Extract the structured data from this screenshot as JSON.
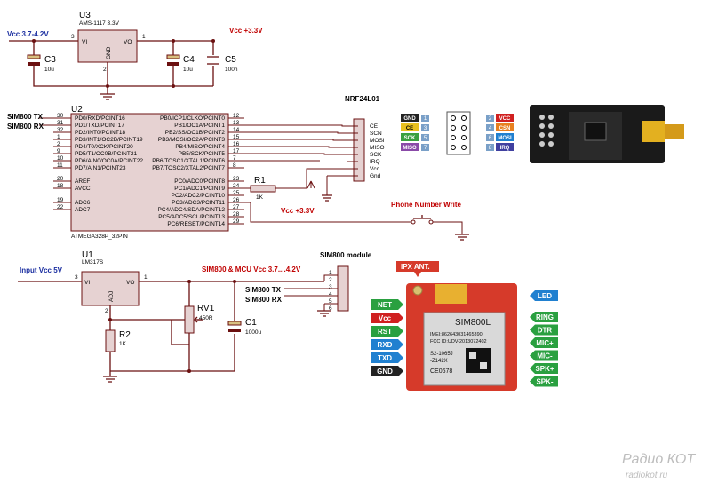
{
  "u3": {
    "ref": "U3",
    "part": "AMS-1117 3.3V",
    "vi": "VI",
    "vo": "VO",
    "gnd": "GND",
    "p3": "3",
    "p2": "2",
    "p1": "1"
  },
  "top": {
    "vin": "Vcc 3.7-4.2V",
    "vout": "Vcc +3.3V",
    "c3": "C3",
    "c3v": "10u",
    "c4": "C4",
    "c4v": "10u",
    "c5": "C5",
    "c5v": "100n"
  },
  "u2": {
    "ref": "U2",
    "part": "ATMEGA328P_32PIN",
    "left": [
      [
        "30",
        "PD0/RXD/PCINT16"
      ],
      [
        "31",
        "PD1/TXD/PCINT17"
      ],
      [
        "32",
        "PD2/INT0/PCINT18"
      ],
      [
        "1",
        "PD3/INT1/OC2B/PCINT19"
      ],
      [
        "2",
        "PD4/T0/XCK/PCINT20"
      ],
      [
        "9",
        "PD5/T1/OC0B/PCINT21"
      ],
      [
        "10",
        "PD6/AIN0/OC0A/PCINT22"
      ],
      [
        "11",
        "PD7/AIN1/PCINT23"
      ],
      [
        "20",
        "AREF"
      ],
      [
        "18",
        "AVCC"
      ],
      [
        "19",
        "ADC6"
      ],
      [
        "22",
        "ADC7"
      ]
    ],
    "right": [
      [
        "12",
        "PB0/ICP1/CLKO/PCINT0"
      ],
      [
        "13",
        "PB1/OC1A/PCINT1"
      ],
      [
        "14",
        "PB2/SS/OC1B/PCINT2"
      ],
      [
        "15",
        "PB3/MOSI/OC2A/PCINT3"
      ],
      [
        "16",
        "PB4/MISO/PCINT4"
      ],
      [
        "17",
        "PB5/SCK/PCINT5"
      ],
      [
        "7",
        "PB6/TOSC1/XTAL1/PCINT6"
      ],
      [
        "8",
        "PB7/TOSC2/XTAL2/PCINT7"
      ],
      [
        "23",
        "PC0/ADC0/PCINT8"
      ],
      [
        "24",
        "PC1/ADC1/PCINT9"
      ],
      [
        "25",
        "PC2/ADC2/PCINT10"
      ],
      [
        "26",
        "PC3/ADC3/PCINT11"
      ],
      [
        "27",
        "PC4/ADC4/SDA/PCINT12"
      ],
      [
        "28",
        "PC5/ADC5/SCL/PCINT13"
      ],
      [
        "29",
        "PC6/RESET/PCINT14"
      ]
    ],
    "sim_tx": "SIM800 TX",
    "sim_rx": "SIM800 RX"
  },
  "nrf": {
    "title": "NRF24L01",
    "pins": [
      "CE",
      "SCN",
      "MOSI",
      "MISO",
      "SCK",
      "IRQ",
      "Vcc",
      "Gnd"
    ],
    "vcc": "Vcc +3.3V",
    "left_labels": [
      "GND",
      "CE",
      "SCK",
      "MISO"
    ],
    "left_nums": [
      "1",
      "3",
      "5",
      "7"
    ],
    "right_nums": [
      "2",
      "4",
      "6",
      "8"
    ],
    "right_labels": [
      "VCC",
      "CSN",
      "MOSI",
      "IRQ"
    ]
  },
  "r1": {
    "ref": "R1",
    "val": "1K"
  },
  "phone": {
    "label": "Phone Number Write"
  },
  "u1": {
    "ref": "U1",
    "part": "LM317S",
    "vi": "VI",
    "vo": "VO",
    "adj": "ADJ",
    "p3": "3",
    "p2": "2",
    "p1": "1",
    "vin": "Input Vcc 5V",
    "vout": "SIM800 & MCU Vcc 3.7....4.2V"
  },
  "rv1": {
    "ref": "RV1",
    "val": "450R"
  },
  "r2": {
    "ref": "R2",
    "val": "1K"
  },
  "c1": {
    "ref": "C1",
    "val": "1000u"
  },
  "simmod": {
    "title": "SIM800 module",
    "pins": [
      "1",
      "2",
      "3",
      "4",
      "5",
      "6"
    ],
    "tx": "SIM800 TX",
    "rx": "SIM800 RX"
  },
  "board": {
    "ant": "IPX ANT.",
    "chip": "SIM800L",
    "imei": "IMEI:862643031465390",
    "fcc": "FCC ID:UDV-2013072402",
    "s1": "S2-1065J",
    "s2": "-Z142X",
    "ce": "CE0678",
    "left": [
      "NET",
      "Vcc",
      "RST",
      "RXD",
      "TXD",
      "GND"
    ],
    "right": [
      "LED",
      "RING",
      "DTR",
      "MIC+",
      "MIC-",
      "SPK+",
      "SPK-"
    ]
  },
  "wm": {
    "line1": "Радио КОТ",
    "line2": "radiokot.ru"
  },
  "colors": {
    "wire": "#6b1010",
    "chip": "#e6d2d2",
    "blue": "#1a2ea0",
    "red": "#c00000"
  }
}
